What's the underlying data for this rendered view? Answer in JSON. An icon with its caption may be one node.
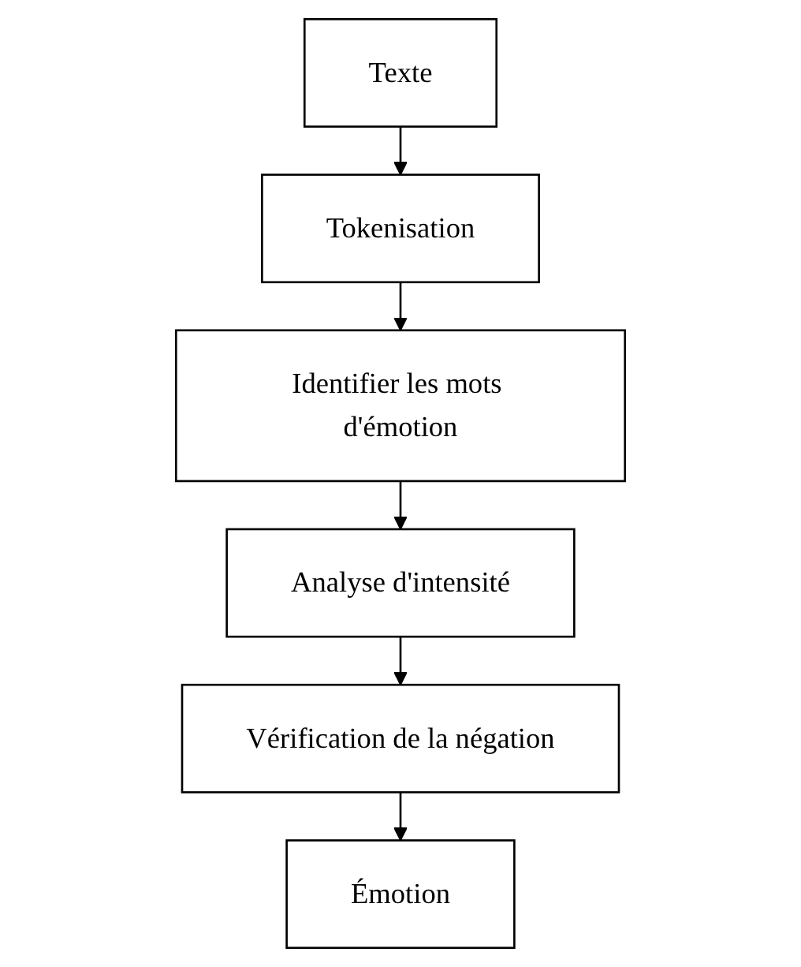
{
  "diagram": {
    "nodes": [
      {
        "text": [
          "Texte"
        ]
      },
      {
        "text": [
          "Tokenisation"
        ]
      },
      {
        "text": [
          "Identifier les mots d'émotion"
        ]
      },
      {
        "text": [
          "Analyse d'intensité"
        ]
      },
      {
        "text": [
          "Vérification de la négation"
        ]
      },
      {
        "text": [
          "Émotion"
        ]
      }
    ],
    "edges": [
      {
        "from": 0,
        "to": 1,
        "arrow": "to"
      },
      {
        "from": 1,
        "to": 2,
        "arrow": "to"
      },
      {
        "from": 2,
        "to": 3,
        "arrow": "to"
      },
      {
        "from": 3,
        "to": 4,
        "arrow": "to"
      },
      {
        "from": 4,
        "to": 5,
        "arrow": "to"
      }
    ]
  }
}
